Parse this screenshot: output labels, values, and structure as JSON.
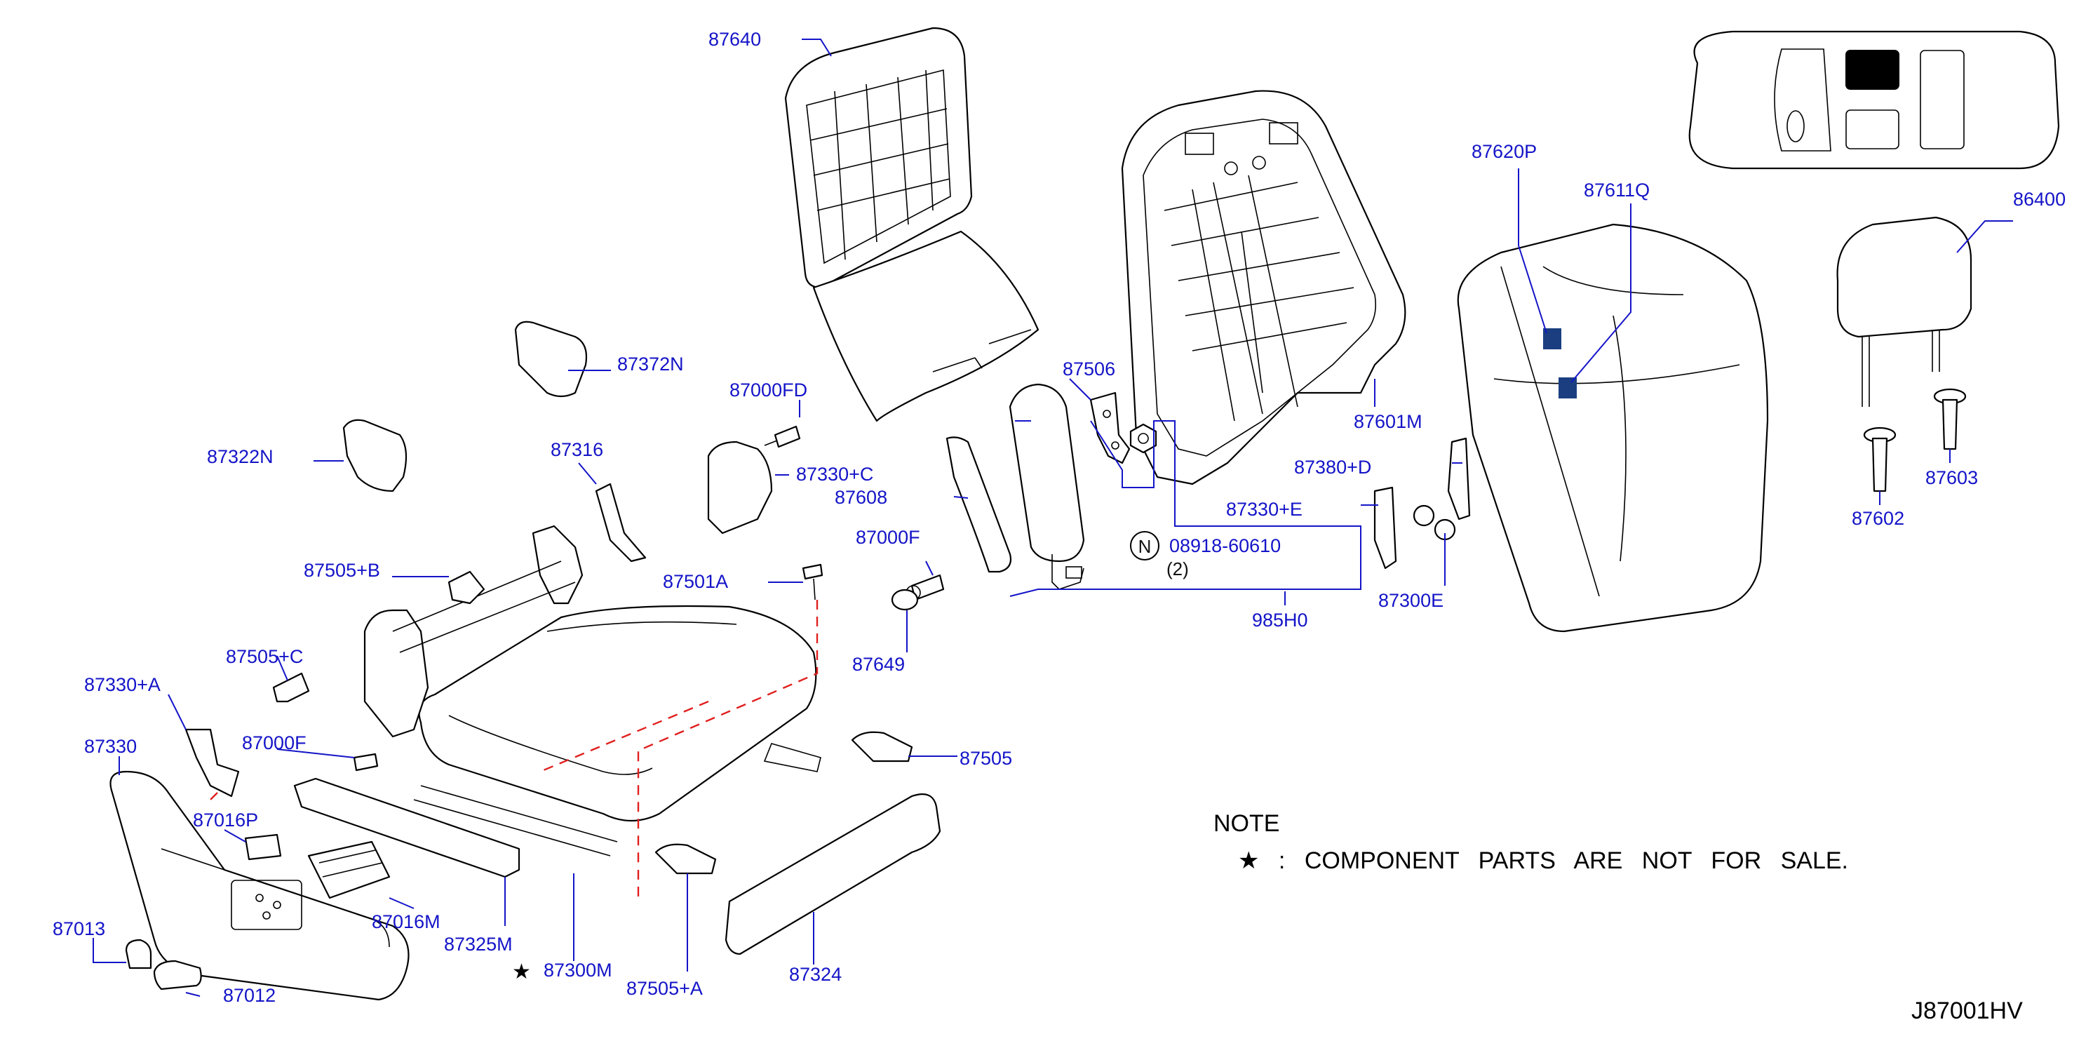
{
  "drawing_code": "J87001HV",
  "note": {
    "heading": "NOTE",
    "star_text": "★ :  COMPONENT PARTS ARE NOT FOR SALE."
  },
  "nut_symbol": "N",
  "nut_qty": "(2)",
  "star_symbol": "★",
  "parts": {
    "p87640": "87640",
    "p87372N": "87372N",
    "p87000FD": "87000FD",
    "p87322N": "87322N",
    "p87316": "87316",
    "p87330C": "87330+C",
    "p87608": "87608",
    "p87506": "87506",
    "p87000F_a": "87000F",
    "p87501A": "87501A",
    "p87505B": "87505+B",
    "p87649": "87649",
    "p87505C": "87505+C",
    "p87330A": "87330+A",
    "p87330": "87330",
    "p87000F_b": "87000F",
    "p87016P": "87016P",
    "p87016M": "87016M",
    "p87013": "87013",
    "p87325M": "87325M",
    "p87300M": "87300M",
    "p87012": "87012",
    "p87505A": "87505+A",
    "p87324": "87324",
    "p87505": "87505",
    "p08918": "08918-60610",
    "p985H0": "985H0",
    "p87601M": "87601M",
    "p87380D": "87380+D",
    "p87330E": "87330+E",
    "p87300E": "87300E",
    "p87620P": "87620P",
    "p87611Q": "87611Q",
    "p86400": "86400",
    "p87602": "87602",
    "p87603": "87603"
  }
}
